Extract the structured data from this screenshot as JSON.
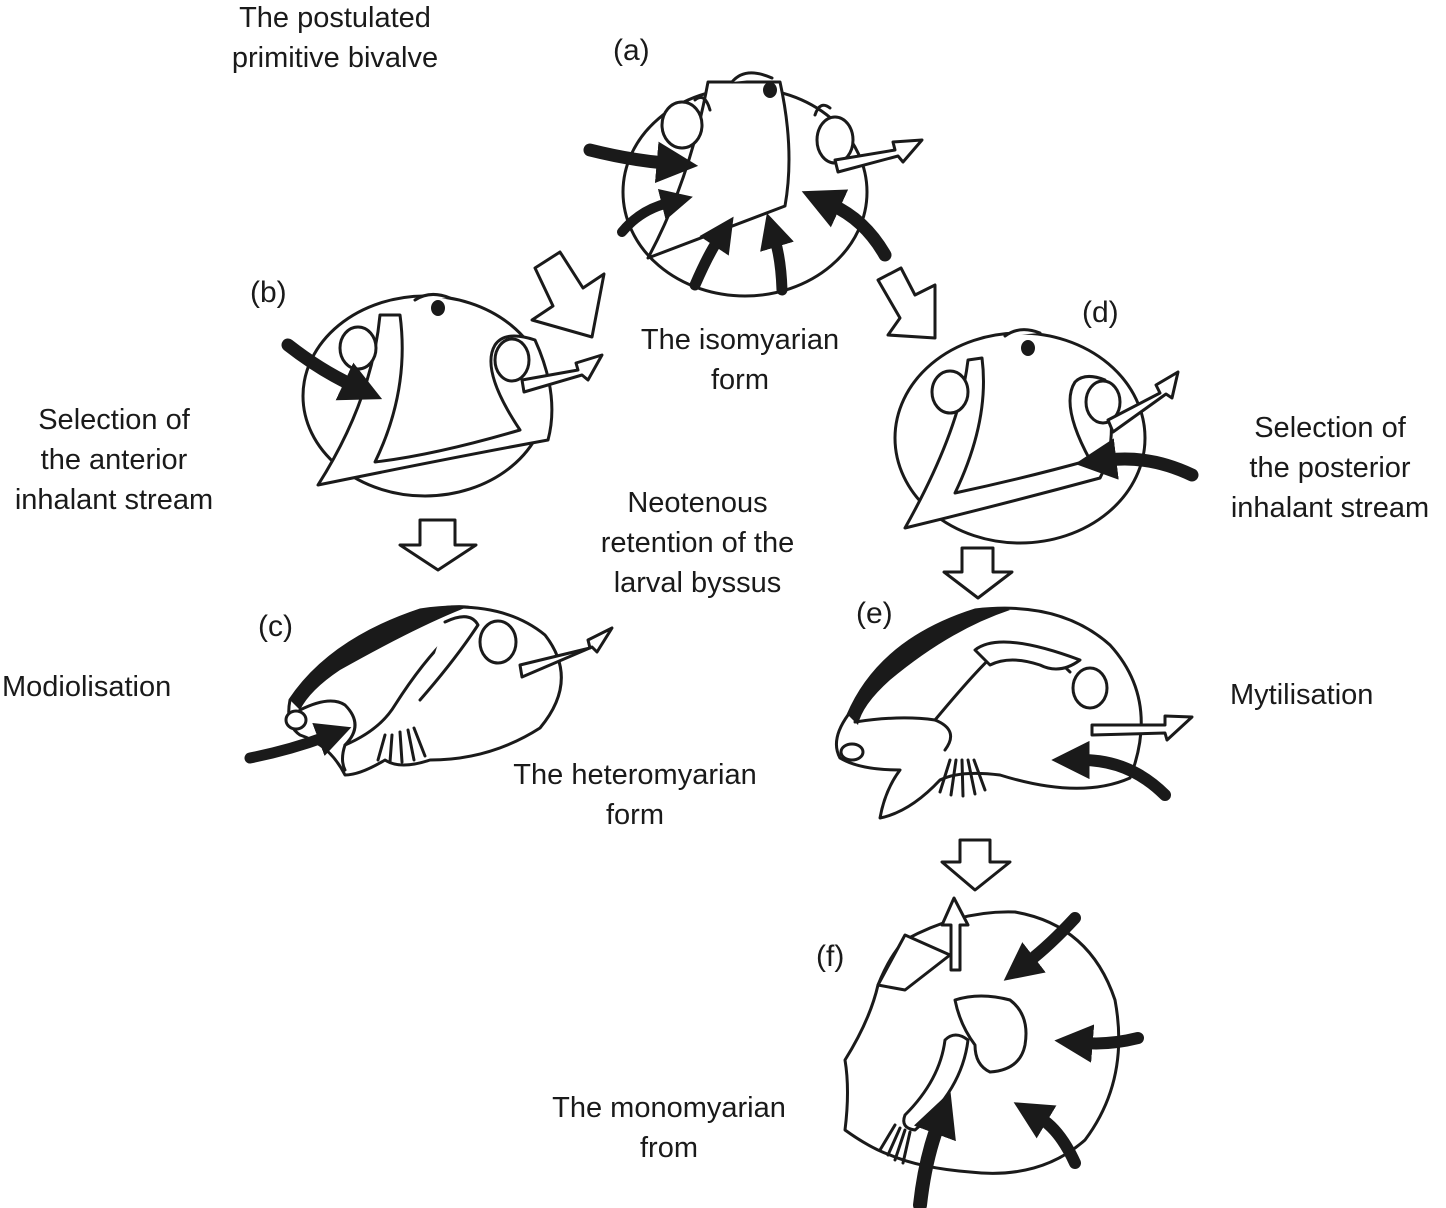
{
  "colors": {
    "ink": "#1a1a1a",
    "background": "#ffffff"
  },
  "labels": {
    "primitive": [
      "The postulated",
      "primitive bivalve"
    ],
    "isomyarian": [
      "The isomyarian",
      "form"
    ],
    "anterior": [
      "Selection of",
      "the anterior",
      "inhalant stream"
    ],
    "posterior": [
      "Selection of",
      "the posterior",
      "inhalant stream"
    ],
    "neotenous": [
      "Neotenous",
      "retention of the",
      "larval byssus"
    ],
    "modiolisation": "Modiolisation",
    "mytilisation": "Mytilisation",
    "heteromyarian": [
      "The heteromyarian",
      "form"
    ],
    "monomyarian": [
      "The monomyarian",
      "from"
    ]
  },
  "stages": {
    "a": "(a)",
    "b": "(b)",
    "c": "(c)",
    "d": "(d)",
    "e": "(e)",
    "f": "(f)"
  }
}
